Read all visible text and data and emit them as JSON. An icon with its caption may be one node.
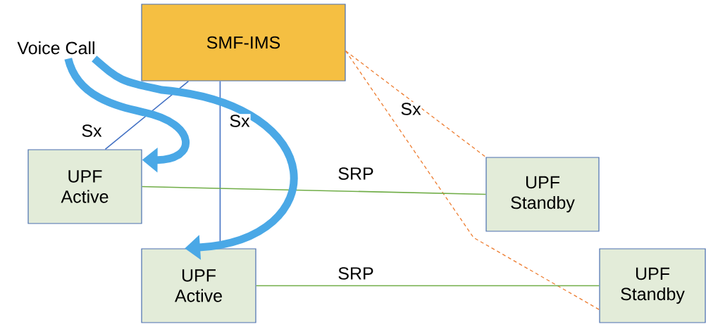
{
  "diagram": {
    "nodes": [
      {
        "text": [
          "SMF-IMS"
        ]
      },
      {
        "text": [
          "UPF Active"
        ]
      },
      {
        "text": [
          "UPF Standby"
        ]
      },
      {
        "text": [
          "UPF Active"
        ]
      },
      {
        "text": [
          "UPF Standby"
        ]
      },
      {
        "text": [
          "Voice Call"
        ]
      }
    ],
    "edges": [
      {
        "from": 0,
        "to": 1,
        "arrow": "none",
        "label": "Sx",
        "color": "#4472c4"
      },
      {
        "from": 0,
        "to": 3,
        "arrow": "none",
        "label": "Sx",
        "color": "#4472c4"
      },
      {
        "from": 0,
        "to": 2,
        "arrow": "none",
        "label": "Sx",
        "style": "dashed",
        "color": "#ed7d31"
      },
      {
        "from": 0,
        "to": 4,
        "arrow": "none",
        "style": "dashed",
        "color": "#ed7d31"
      },
      {
        "from": 1,
        "to": 2,
        "arrow": "none",
        "label": "SRP",
        "color": "#70ad47"
      },
      {
        "from": 3,
        "to": 4,
        "arrow": "none",
        "label": "SRP",
        "color": "#70ad47"
      },
      {
        "from": 5,
        "to": 1,
        "arrow": "to",
        "style": "thick",
        "color": "#4aa8e6"
      },
      {
        "from": 5,
        "to": 3,
        "arrow": "to",
        "style": "thick",
        "color": "#4aa8e6"
      }
    ]
  }
}
